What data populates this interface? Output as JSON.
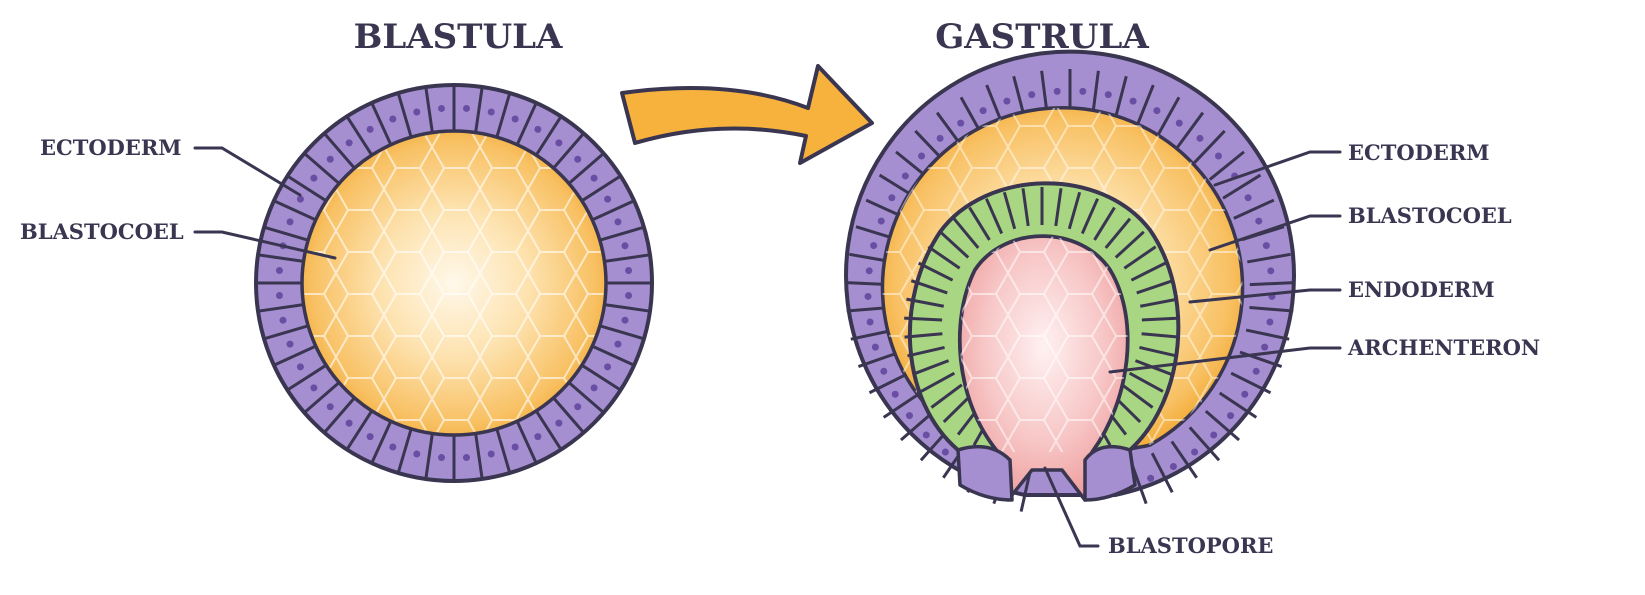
{
  "blastula": {
    "title": "BLASTULA",
    "labels": {
      "ectoderm": "ECTODERM",
      "blastocoel": "BLASTOCOEL"
    }
  },
  "gastrula": {
    "title": "GASTRULA",
    "labels": {
      "ectoderm": "ECTODERM",
      "blastocoel": "BLASTOCOEL",
      "endoderm": "ENDODERM",
      "archenteron": "ARCHENTERON",
      "blastopore": "BLASTOPORE"
    }
  },
  "colors": {
    "ectoderm": "#a58fd0",
    "ectoderm_nucleus": "#6a4ea3",
    "blastocoel": "#f7b33f",
    "endoderm": "#a9d682",
    "archenteron": "#f3b4b4",
    "arrow": "#f6b23c",
    "outline": "#3a3550"
  },
  "icons": {
    "transition_arrow": "arrow-right-icon"
  }
}
